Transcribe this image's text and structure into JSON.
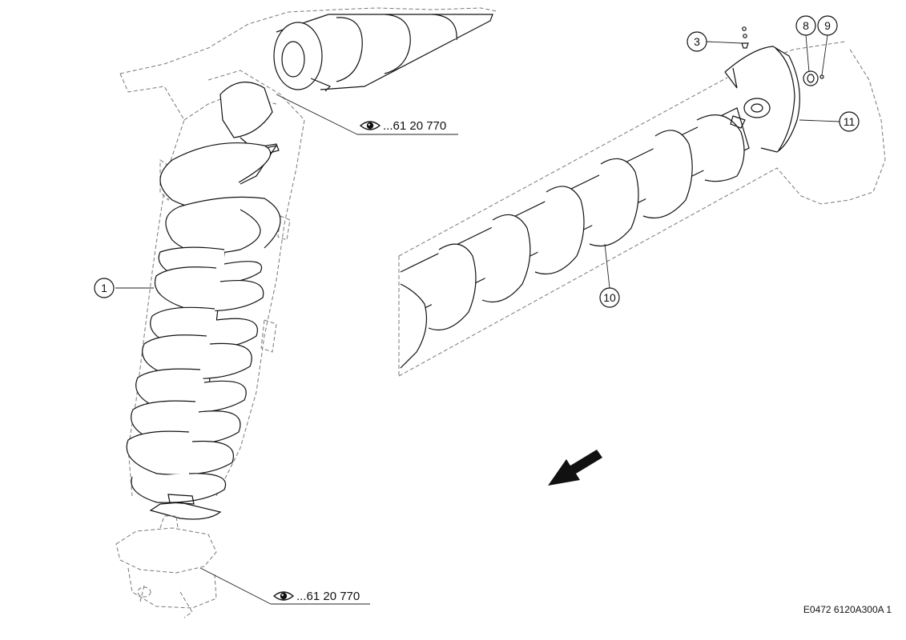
{
  "callouts": {
    "c1": "1",
    "c3": "3",
    "c8": "8",
    "c9": "9",
    "c10": "10",
    "c11": "11"
  },
  "references": {
    "upper": "...61 20 770",
    "lower": "...61 20 770"
  },
  "icons": {
    "reference": "eye-icon",
    "direction": "direction-arrow-icon"
  },
  "drawing_code": "E0472 6120A300A 1"
}
